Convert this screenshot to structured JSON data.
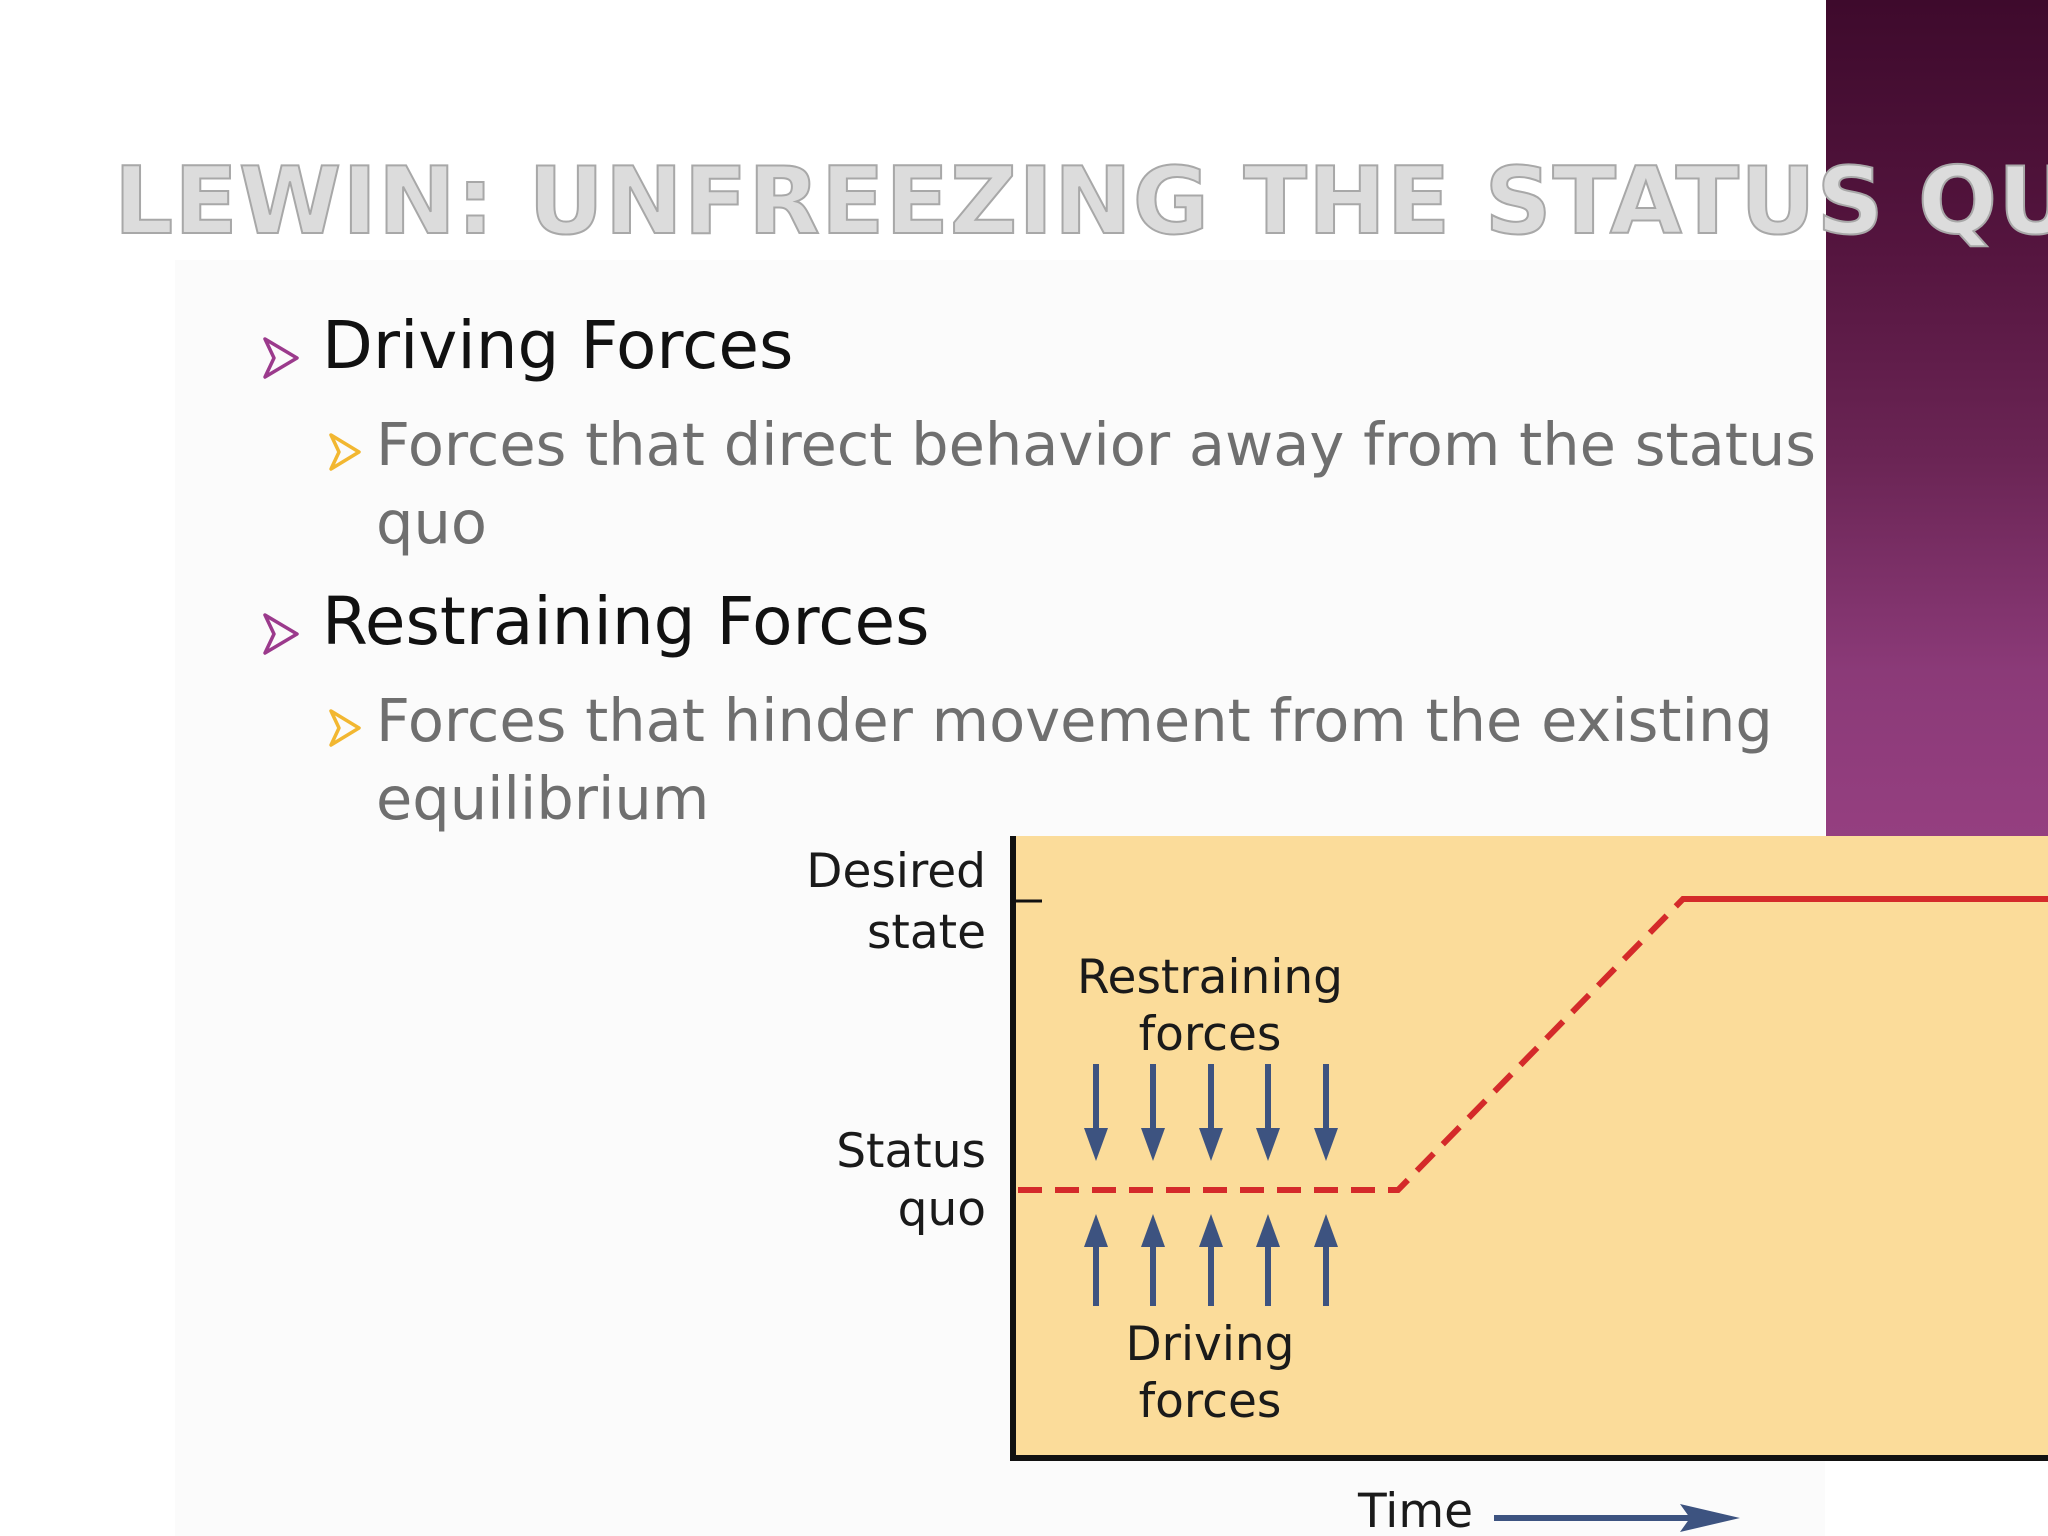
{
  "slide": {
    "title": "LEWIN: UNFREEZING THE STATUS QUO",
    "bullets": [
      {
        "label": "Driving Forces",
        "sub": [
          "Forces that direct behavior away from the status",
          "quo"
        ]
      },
      {
        "label": "Restraining Forces",
        "sub": [
          "Forces that hinder movement from the existing",
          "equilibrium"
        ]
      }
    ]
  },
  "diagram": {
    "desired_state": [
      "Desired",
      "state"
    ],
    "status_quo": [
      "Status",
      "quo"
    ],
    "restraining_forces": [
      "Restraining",
      "forces"
    ],
    "driving_forces": [
      "Driving",
      "forces"
    ],
    "time_label": "Time"
  },
  "colors": {
    "title_fill": "#dcdcdc",
    "level1_marker": "#9b3a8c",
    "level2_marker": "#f2b731",
    "diagram_background": "#fbdc9a",
    "force_line": "#d42a2a",
    "force_arrows": "#3d5380",
    "sidebar_band": "#6b2555"
  },
  "icons": {
    "level1_bullet": "open-arrowhead-purple",
    "level2_bullet": "open-arrowhead-gold",
    "force_arrow": "solid-arrow-blue"
  }
}
